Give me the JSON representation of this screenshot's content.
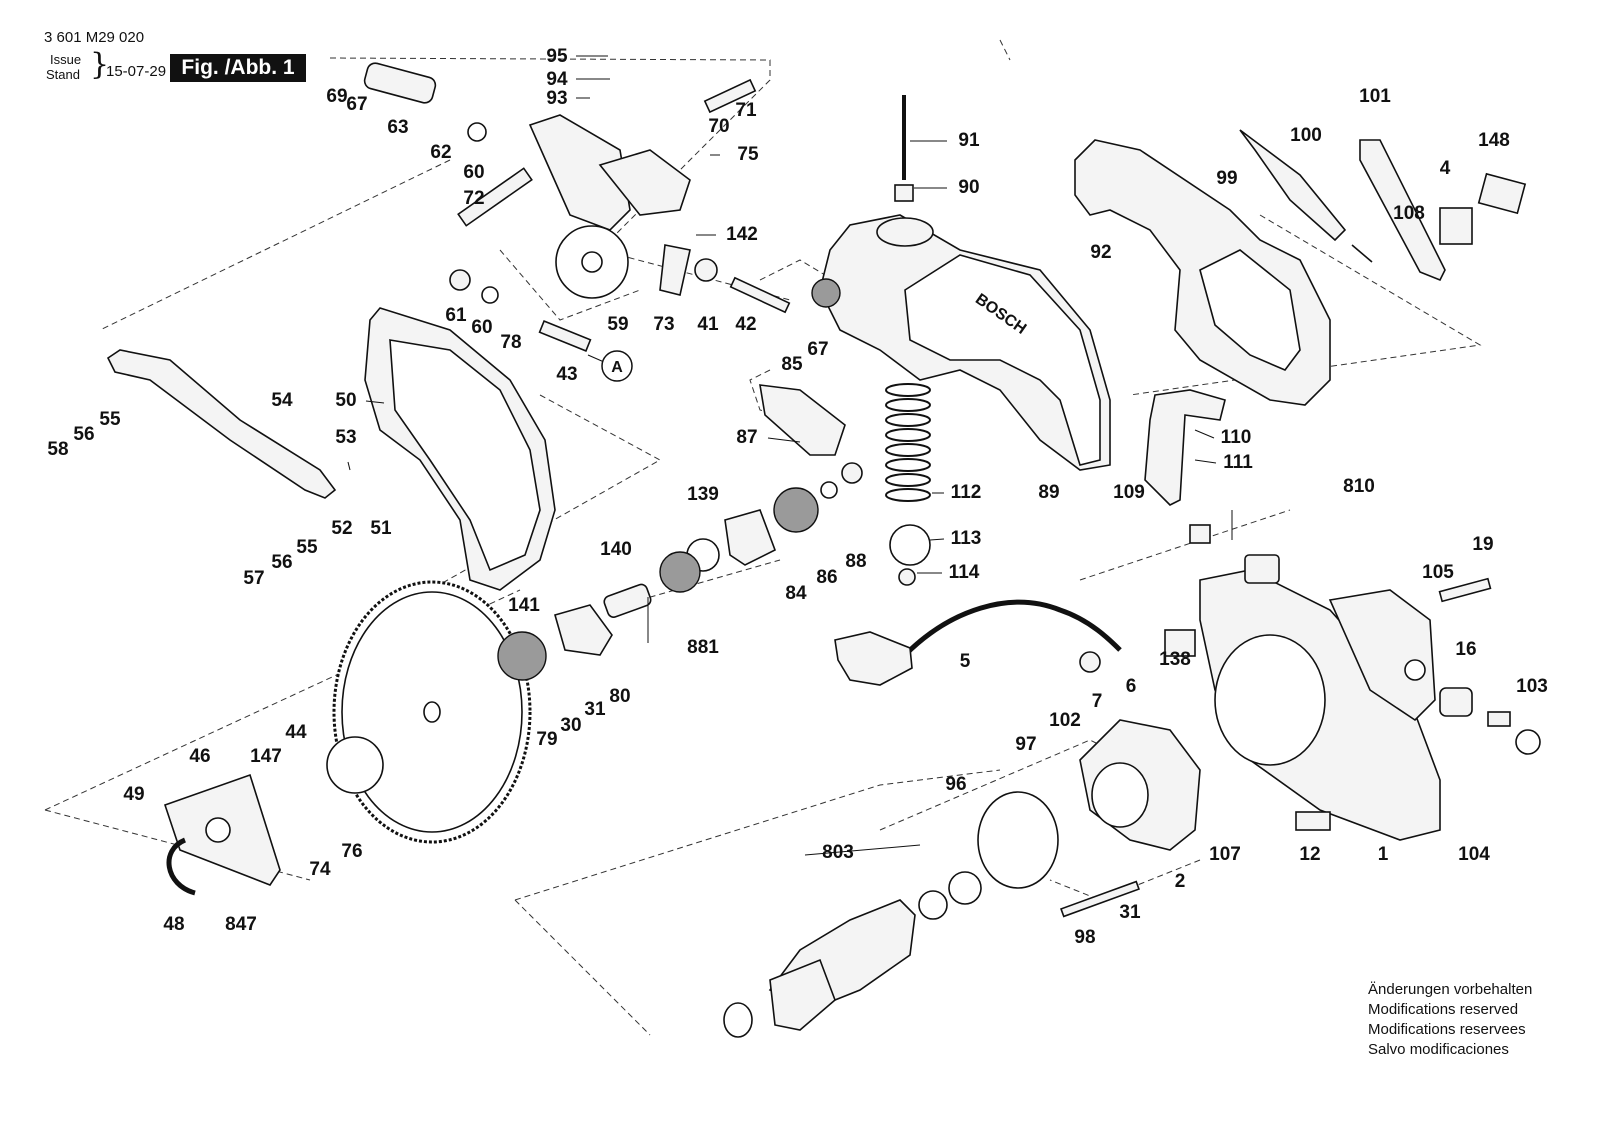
{
  "header": {
    "doc_number": "3 601 M29 020",
    "issue_label": "Issue",
    "stand_label": "Stand",
    "brace": "}",
    "issue_date": "15-07-29",
    "figure_label": "Fig. /Abb. 1"
  },
  "callout_A": "A",
  "brand_on_guard": "BOSCH",
  "part_labels": [
    "69",
    "67",
    "63",
    "62",
    "60",
    "72",
    "61",
    "60",
    "95",
    "94",
    "93",
    "70",
    "71",
    "75",
    "142",
    "59",
    "73",
    "41",
    "42",
    "43",
    "91",
    "90",
    "92",
    "99",
    "100",
    "101",
    "148",
    "4",
    "108",
    "58",
    "56",
    "55",
    "54",
    "50",
    "53",
    "52",
    "51",
    "57",
    "56",
    "55",
    "78",
    "85",
    "67",
    "87",
    "112",
    "113",
    "114",
    "89",
    "109",
    "110",
    "111",
    "139",
    "84",
    "86",
    "88",
    "140",
    "141",
    "881",
    "80",
    "79",
    "30",
    "31",
    "5",
    "102",
    "7",
    "6",
    "138",
    "810",
    "19",
    "105",
    "16",
    "103",
    "107",
    "12",
    "1",
    "104",
    "97",
    "96",
    "2",
    "31",
    "98",
    "803",
    "46",
    "147",
    "44",
    "49",
    "48",
    "847",
    "74",
    "76"
  ],
  "notes": [
    "Änderungen vorbehalten",
    "Modifications reserved",
    "Modifications reservees",
    "Salvo modificaciones"
  ]
}
